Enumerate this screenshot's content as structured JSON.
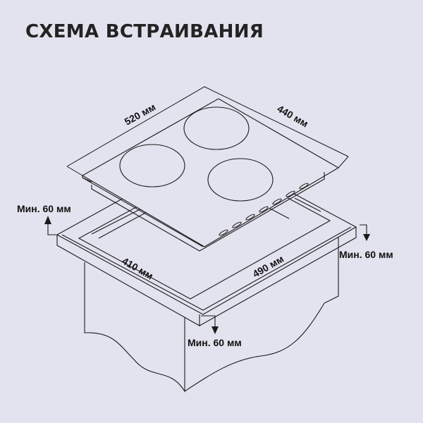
{
  "title": "СХЕМА ВСТРАИВАНИЯ",
  "diagram": {
    "hob_width": "520 мм",
    "hob_depth": "440 мм",
    "cutout_width": "490 мм",
    "cutout_depth": "410 мм",
    "clearance_back": "Мин. 60 мм",
    "clearance_right": "Мин. 60 мм",
    "clearance_front": "Мин. 60 мм",
    "burners": 3,
    "line_color": "#1a1a1a",
    "background_color": "#e3e3ef"
  }
}
